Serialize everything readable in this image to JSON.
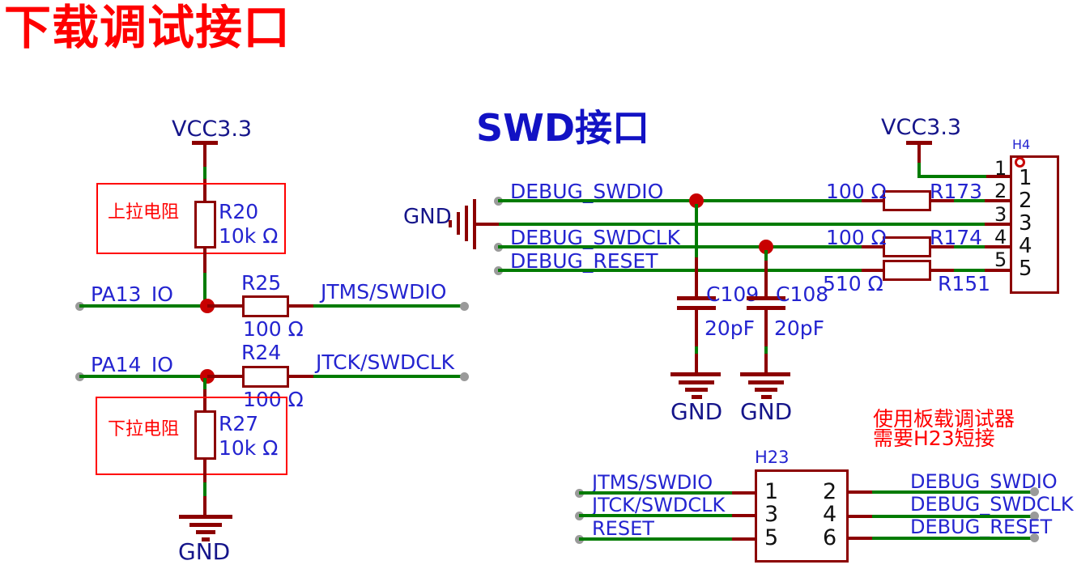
{
  "title": "下载调试接口",
  "colors": {
    "wire_green": "#007b00",
    "component_maroon": "#8c0000",
    "net_label_blue": "#2424d0",
    "power_navy": "#15158a",
    "annotation_red": "#ff0000",
    "junction_red": "#c80000",
    "endpoint_gray": "#9a9a9a",
    "pin_number_black": "#111111"
  },
  "left": {
    "vcc": "VCC3.3",
    "pullup_label": "上拉电阻",
    "r20_ref": "R20",
    "r20_val": "10k Ω",
    "pa13": "PA13_IO",
    "r25_ref": "R25",
    "r25_val": "100 Ω",
    "jtms": "JTMS/SWDIO",
    "pa14": "PA14_IO",
    "r24_ref": "R24",
    "r24_val": "100 Ω",
    "jtck": "JTCK/SWDCLK",
    "pulldown_label": "下拉电阻",
    "r27_ref": "R27",
    "r27_val": "10k Ω",
    "gnd": "GND"
  },
  "swd": {
    "title": "SWD接口",
    "gnd": "GND",
    "sig_swdio": "DEBUG_SWDIO",
    "sig_swdclk": "DEBUG_SWDCLK",
    "sig_reset": "DEBUG_RESET",
    "c109_ref": "C109",
    "c109_val": "20pF",
    "c109_gnd": "GND",
    "c108_ref": "C108",
    "c108_val": "20pF",
    "c108_gnd": "GND",
    "vcc": "VCC3.3",
    "r173_ref": "R173",
    "r173_val": "100 Ω",
    "r174_ref": "R174",
    "r174_val": "100 Ω",
    "r151_ref": "R151",
    "r151_val": "510 Ω",
    "h4_ref": "H4",
    "h4_pins": [
      "1",
      "2",
      "3",
      "4",
      "5"
    ]
  },
  "h23": {
    "ref": "H23",
    "note1": "使用板载调试器",
    "note2": "需要H23短接",
    "left_signals": [
      "JTMS/SWDIO",
      "JTCK/SWDCLK",
      "RESET"
    ],
    "right_signals": [
      "DEBUG_SWDIO",
      "DEBUG_SWDCLK",
      "DEBUG_RESET"
    ],
    "left_pins": [
      "1",
      "3",
      "5"
    ],
    "right_pins": [
      "2",
      "4",
      "6"
    ]
  }
}
